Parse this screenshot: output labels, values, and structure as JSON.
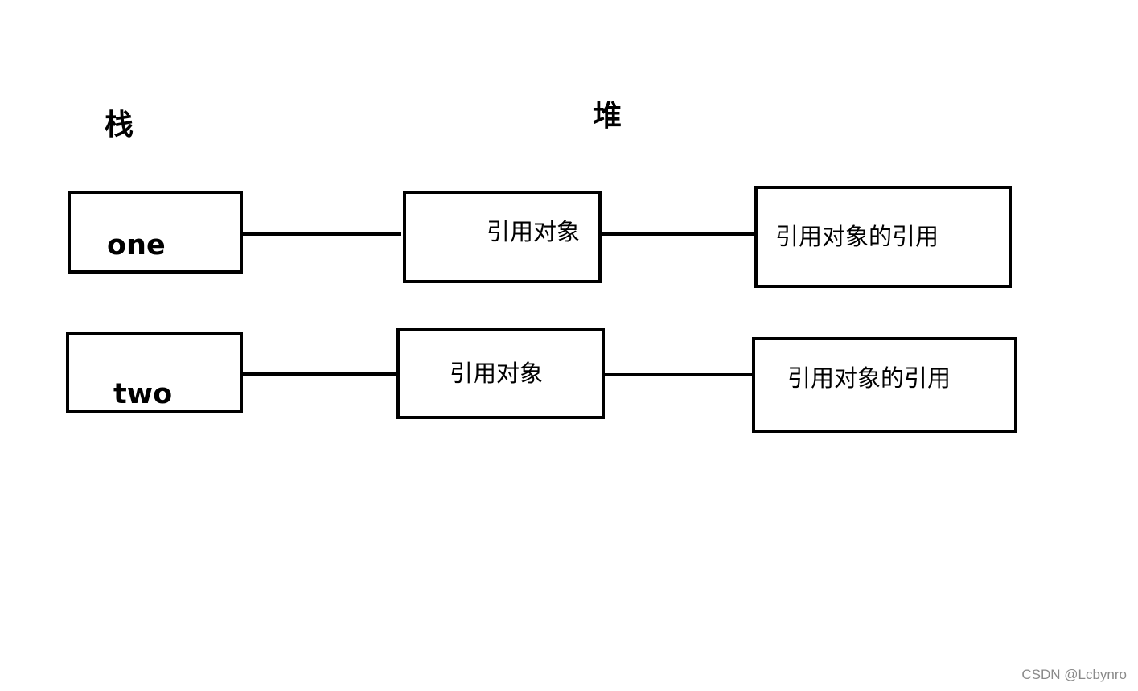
{
  "headings": {
    "stack": "栈",
    "heap": "堆"
  },
  "rows": [
    {
      "variable": "one",
      "object": "引用对象",
      "reference": "引用对象的引用"
    },
    {
      "variable": "two",
      "object": "引用对象",
      "reference": "引用对象的引用"
    }
  ],
  "watermark": "CSDN @Lcbynro"
}
